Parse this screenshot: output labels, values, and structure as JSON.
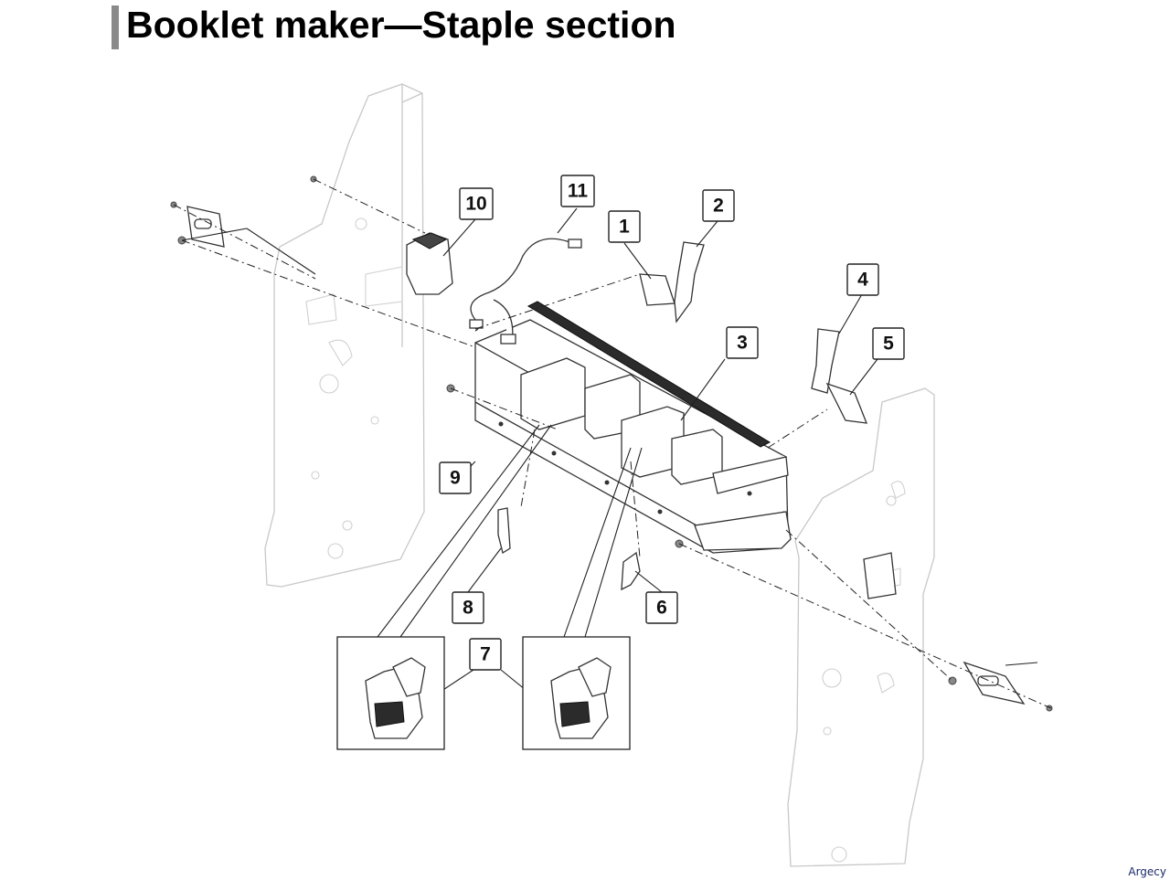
{
  "page": {
    "title": "Booklet maker—Staple section",
    "watermark": "Argecy"
  },
  "callouts": [
    "1",
    "2",
    "3",
    "4",
    "5",
    "6",
    "7",
    "8",
    "9",
    "10",
    "11"
  ],
  "colors": {
    "title_bar": "#8a8a8a",
    "frame_line": "#c8c8c8",
    "part_line": "#333333"
  }
}
